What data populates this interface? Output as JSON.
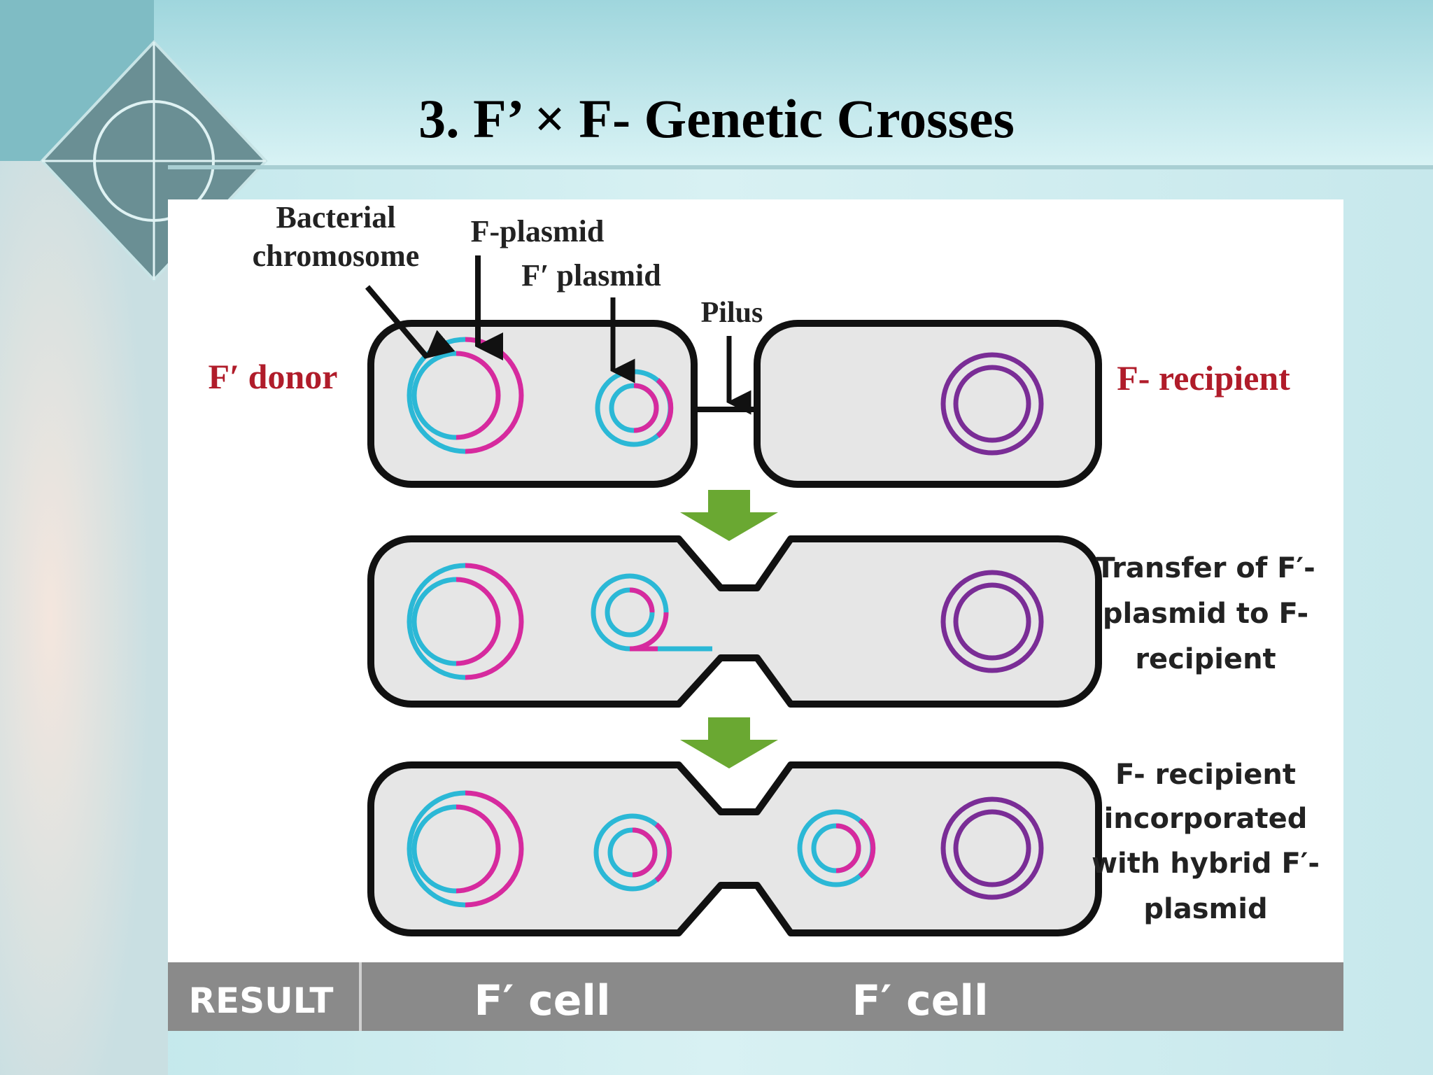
{
  "slide": {
    "title": "3. F’ × F- Genetic Crosses"
  },
  "labels": {
    "bacterial_chromosome_line1": "Bacterial",
    "bacterial_chromosome_line2": "chromosome",
    "f_plasmid": "F-plasmid",
    "f_prime_plasmid": "F′ plasmid",
    "pilus": "Pilus",
    "donor": "F′ donor",
    "recipient": "F- recipient",
    "step2_line1": "Transfer of F′-",
    "step2_line2": "plasmid to F-",
    "step2_line3": "recipient",
    "step3_line1": "F- recipient",
    "step3_line2": "incorporated",
    "step3_line3": "with hybrid F′-",
    "step3_line4": "plasmid"
  },
  "result_bar": {
    "label": "RESULT",
    "cell_left": "F′ cell",
    "cell_right": "F′ cell"
  },
  "colors": {
    "chromosome_dna": "#2bb8d6",
    "f_plasmid_dna": "#d62a9e",
    "recipient_dna": "#7a2d96",
    "cell_fill": "#e6e6e6",
    "cell_outline": "#111111",
    "arrow": "#6aa832",
    "label_red": "#b01c2a",
    "result_bar": "#8a8a8a"
  }
}
